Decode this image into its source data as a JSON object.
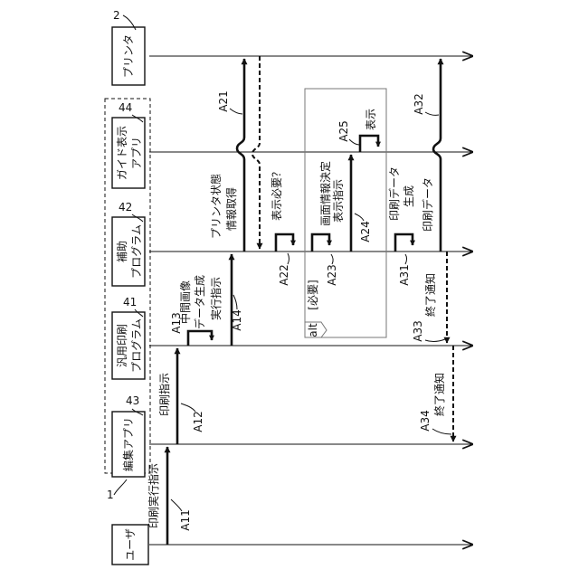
{
  "participants": {
    "user": {
      "name": "ユーザ"
    },
    "edit_app": {
      "name": "編集アプリ",
      "ref": "43"
    },
    "generic_print": {
      "name": [
        "汎用印刷",
        "プログラム"
      ],
      "ref": "41"
    },
    "aux_program": {
      "name": [
        "補助",
        "プログラム"
      ],
      "ref": "42"
    },
    "guide_app": {
      "name": [
        "ガイド表示",
        "アプリ"
      ],
      "ref": "44"
    },
    "printer": {
      "name": "プリンタ",
      "ref": "2"
    }
  },
  "group_ref": "1",
  "messages": {
    "A11": {
      "id": "A11",
      "text": "印刷実行指示"
    },
    "A12": {
      "id": "A12",
      "text": "印刷指示"
    },
    "A13": {
      "id": "A13",
      "text": [
        "中間画像",
        "データ生成"
      ]
    },
    "A14": {
      "id": "A14",
      "text": "実行指示"
    },
    "A21": {
      "id": "A21",
      "text": [
        "プリンタ状態",
        "情報取得"
      ]
    },
    "A22": {
      "id": "A22",
      "text": "表示必要？"
    },
    "A23": {
      "id": "A23",
      "text": "画面情報決定"
    },
    "A24": {
      "id": "A24",
      "text": "表示指示"
    },
    "A25": {
      "id": "A25",
      "text": "表示"
    },
    "A31": {
      "id": "A31",
      "text": [
        "印刷データ",
        "生成"
      ]
    },
    "A32": {
      "id": "A32",
      "text": "印刷データ"
    },
    "A33": {
      "id": "A33",
      "text": "終了通知"
    },
    "A34": {
      "id": "A34",
      "text": "終了通知"
    }
  },
  "alt_fragment": {
    "operator": "alt",
    "guard": "[必要]"
  }
}
